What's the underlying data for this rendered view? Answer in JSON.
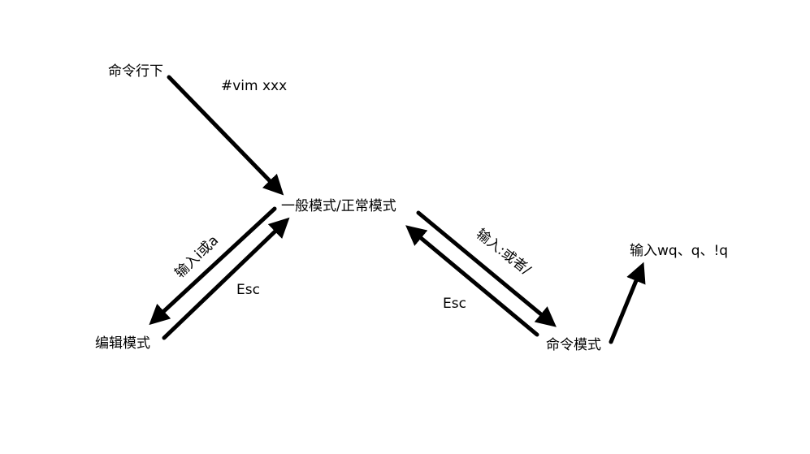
{
  "diagram": {
    "nodes": {
      "command_line": "命令行下",
      "normal_mode": "一般模式/正常模式",
      "edit_mode": "编辑模式",
      "command_mode": "命令模式",
      "save_quit": "输入wq、q、!q"
    },
    "edges": {
      "vim_command": "#vim xxx",
      "input_i_or_a": "输入i或a",
      "esc_from_edit": "Esc",
      "input_colon_or_slash": "输入:或者/",
      "esc_from_command": "Esc"
    },
    "colors": {
      "arrow": "#000000",
      "text": "#000000",
      "background": "#ffffff"
    }
  }
}
